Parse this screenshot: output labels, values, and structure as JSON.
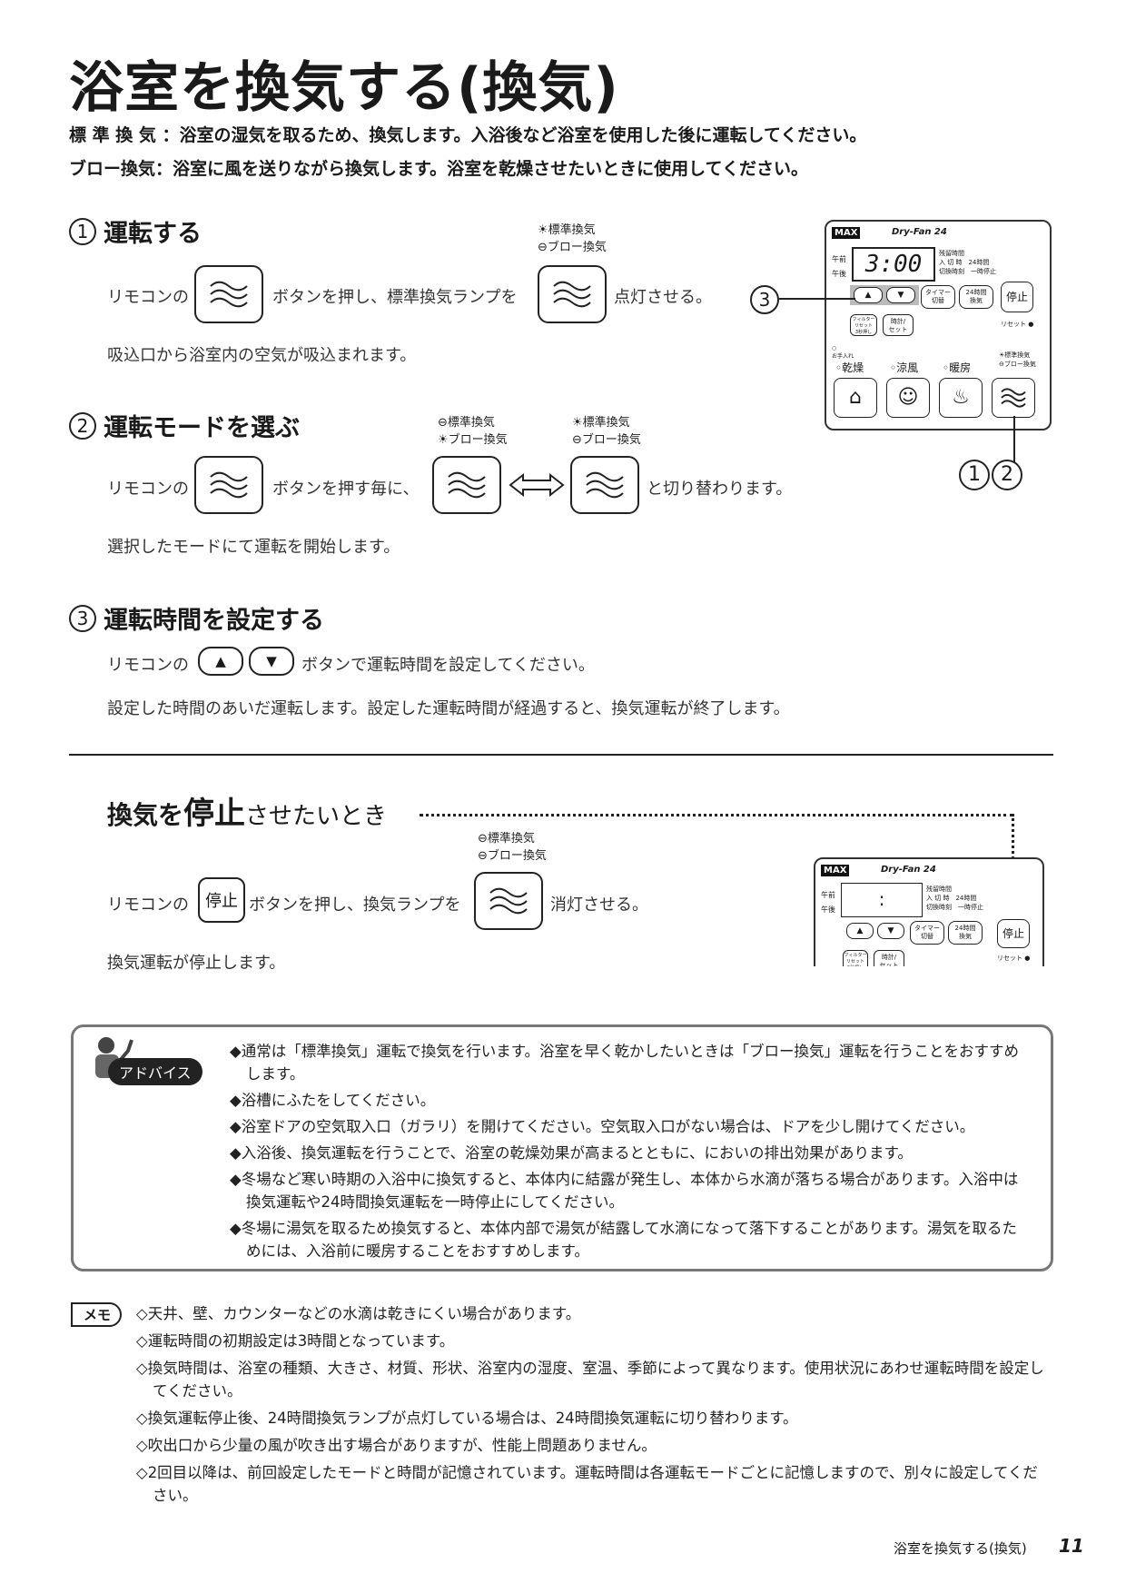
{
  "title": "浴室を換気する(換気)",
  "intro": [
    "標 準 換 気 ：浴室の湿気を取るため、換気します。入浴後など浴室を使用した後に運転してください。",
    "ブロー換気：浴室に風を送りながら換気します。浴室を乾燥させたいときに使用してください。"
  ],
  "lamps": {
    "standard": "標準換気",
    "blow": "ブロー換気"
  },
  "step1": {
    "num": "1",
    "heading": "運転する",
    "pre": "リモコンの",
    "mid": "ボタンを押し、標準換気ランプを",
    "post": "点灯させる。",
    "note": "吸込口から浴室内の空気が吸込まれます。"
  },
  "step2": {
    "num": "2",
    "heading": "運転モードを選ぶ",
    "pre": "リモコンの",
    "mid": "ボタンを押す毎に、",
    "post": "と切り替わります。",
    "note": "選択したモードにて運転を開始します。"
  },
  "step3": {
    "num": "3",
    "heading": "運転時間を設定する",
    "pre": "リモコンの",
    "up": "▲",
    "down": "▼",
    "post": "ボタンで運転時間を設定してください。",
    "note": "設定した時間のあいだ運転します。設定した運転時間が経過すると、換気運転が終了します。"
  },
  "stop": {
    "heading_a": "換気を",
    "heading_b": "停止",
    "heading_c": "させたいとき",
    "pre": "リモコンの",
    "button": "停止",
    "mid": "ボタンを押し、換気ランプを",
    "post": "消灯させる。",
    "note": "換気運転が停止します。"
  },
  "remote": {
    "brand": "MAX",
    "model": "Dry-Fan 24",
    "am": "午前",
    "pm": "午後",
    "time": "3:00",
    "time_blank": ":",
    "ind_remaining": "残留時間",
    "ind_on": "入 切 時",
    "ind_24h": "24時間",
    "ind_switch": "切換時刻",
    "ind_pause": "一時停止",
    "timer_btn": "タイマー\n切替",
    "h24_btn": "24時間\n換気",
    "stop_btn": "停止",
    "filter_btn": "フィルター\nリセット\n3秒押し",
    "clock_btn": "時計/\nセット",
    "reset": "リセット",
    "care": "お手入れ",
    "modes": [
      "乾燥",
      "涼風",
      "暖房"
    ],
    "callout_3": "3",
    "callout_1": "1",
    "callout_2": "2"
  },
  "advice": {
    "badge": "アドバイス",
    "items": [
      "◆通常は「標準換気」運転で換気を行います。浴室を早く乾かしたいときは「ブロー換気」運転を行うことをおすすめします。",
      "◆浴槽にふたをしてください。",
      "◆浴室ドアの空気取入口（ガラリ）を開けてください。空気取入口がない場合は、ドアを少し開けてください。",
      "◆入浴後、換気運転を行うことで、浴室の乾燥効果が高まるとともに、においの排出効果があります。",
      "◆冬場など寒い時期の入浴中に換気すると、本体内に結露が発生し、本体から水滴が落ちる場合があります。入浴中は換気運転や24時間換気運転を一時停止にしてください。",
      "◆冬場に湯気を取るため換気すると、本体内部で湯気が結露して水滴になって落下することがあります。湯気を取るためには、入浴前に暖房することをおすすめします。"
    ]
  },
  "memo": {
    "tag": "メモ",
    "items": [
      "◇天井、壁、カウンターなどの水滴は乾きにくい場合があります。",
      "◇運転時間の初期設定は3時間となっています。",
      "◇換気時間は、浴室の種類、大きさ、材質、形状、浴室内の湿度、室温、季節によって異なります。使用状況にあわせ運転時間を設定してください。",
      "◇換気運転停止後、24時間換気ランプが点灯している場合は、24時間換気運転に切り替わります。",
      "◇吹出口から少量の風が吹き出す場合がありますが、性能上問題ありません。",
      "◇2回目以降は、前回設定したモードと時間が記憶されています。運転時間は各運転モードごとに記憶しますので、別々に設定してください。"
    ]
  },
  "footer": {
    "section": "浴室を換気する(換気)",
    "page": "11"
  }
}
